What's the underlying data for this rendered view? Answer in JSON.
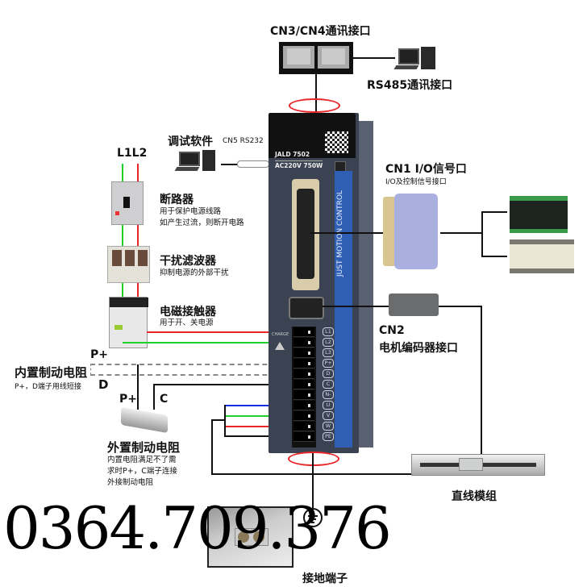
{
  "top": {
    "comm_title": "CN3/CN4通讯接口",
    "rs485": "RS485通讯接口"
  },
  "debug": {
    "title": "调试软件",
    "port": "CN5 RS232"
  },
  "power": {
    "l1l2": "L1L2",
    "breaker": {
      "title": "断路器",
      "desc1": "用于保护电源线路",
      "desc2": "如产生过流，则断开电路"
    },
    "filter": {
      "title": "干扰滤波器",
      "desc": "抑制电源的外部干扰"
    },
    "contactor": {
      "title": "电磁接触器",
      "desc": "用于开、关电源"
    }
  },
  "drive": {
    "model": "JALD 7502",
    "rating": "AC220V 750W",
    "brand_vertical": "JUST MOTION CONTROL",
    "charge": "CHARGE",
    "terminals": [
      "L1",
      "L2",
      "L3",
      "P+",
      "D",
      "C",
      "N-",
      "U",
      "V",
      "W",
      "PE"
    ]
  },
  "brake": {
    "pplus": "P+",
    "d": "D",
    "internal_title": "内置制动电阻",
    "internal_desc": "P+，D端子用线短接",
    "ext_pplus": "P+",
    "ext_c": "C",
    "external_title": "外置制动电阻",
    "external_desc": [
      "内置电阻满足不了需",
      "求时P+，C端子连接",
      "外接制动电阻"
    ]
  },
  "cn1": {
    "title": "CN1   I/O信号口",
    "desc": "I/O及控制信号接口"
  },
  "cn2": {
    "title": "CN2",
    "desc": "电机编码器接口"
  },
  "linear": {
    "title": "直线模组"
  },
  "ground": {
    "title": "接地端子"
  },
  "watermark": "0364.709.376",
  "colors": {
    "red": "#e8262a",
    "green": "#22d02a",
    "blue": "#1030e0",
    "drive": "#3b4252",
    "stripe": "#2f5fb4"
  }
}
